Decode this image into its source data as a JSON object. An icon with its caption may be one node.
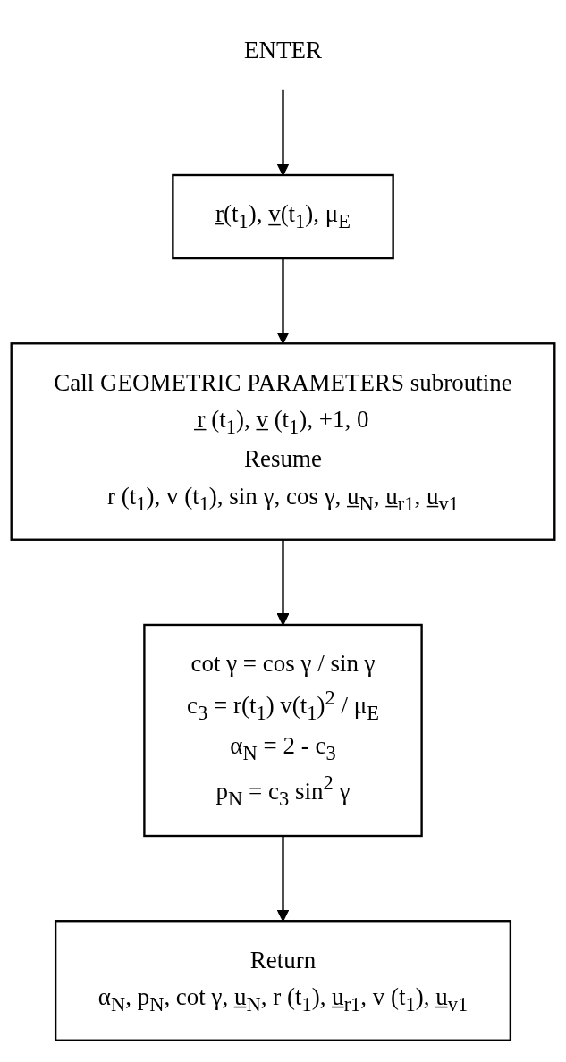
{
  "diagram": {
    "nodes": [
      {
        "text": [
          "ENTER"
        ]
      },
      {
        "text": [
          "r̲(t$_{1}$), v̲(t$_{1}$), μ$_{E}$"
        ]
      },
      {
        "text": [
          "Call GEOMETRIC PARAMETERS subroutine",
          "r̲ (t$_{1}$), v̲ (t$_{1}$), +1, 0",
          "Resume",
          "r (t$_{1}$), v (t$_{1}$), sin γ, cos γ, u̲$_{N}$, u̲$_{r1}$, u̲$_{v1}$"
        ]
      },
      {
        "text": [
          "cot γ = cos γ / sin γ",
          "c$_{3}$ = r(t$_{1}$) v(t$_{1}$)$^{2}$ / μ$_{E}$",
          "α$_{N}$ = 2 - c$_{3}$",
          "p$_{N}$ = c$_{3}$ sin$^{2}$ γ"
        ]
      },
      {
        "text": [
          "Return",
          "α$_{N}$, p$_{N}$, cot γ, u̲$_{N}$, r (t$_{1}$), u̲$_{r1}$, v (t$_{1}$), u̲$_{v1}$"
        ]
      }
    ],
    "edges": [
      {
        "from": 0,
        "to": 1,
        "arrow": "to"
      },
      {
        "from": 1,
        "to": 2,
        "arrow": "to"
      },
      {
        "from": 2,
        "to": 3,
        "arrow": "to"
      },
      {
        "from": 3,
        "to": 4,
        "arrow": "to"
      }
    ]
  }
}
